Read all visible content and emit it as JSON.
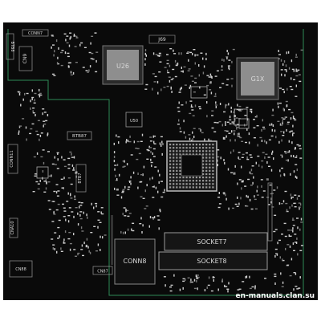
{
  "board": {
    "labels": {
      "conn7": "CONN7",
      "btb8": "BTB8",
      "cn9": "CN9",
      "j69": "J69",
      "u26": "U26",
      "g1x": "G1X",
      "u50": "U50",
      "btb87": "BTB87",
      "conn11": "CONN11",
      "btb7": "BTB7",
      "cna10": "CNA10",
      "socket7": "SOCKET7",
      "socket8": "SOCKET8",
      "conn8": "CONN8",
      "cn87": "CN87",
      "cn88": "CN88"
    }
  },
  "watermark": "en-manuals.clan.su",
  "colors": {
    "background": "#0a0a0a",
    "outline": "#2e8b57",
    "chip": "#b8b8b8",
    "label": "#d8d8d8"
  }
}
